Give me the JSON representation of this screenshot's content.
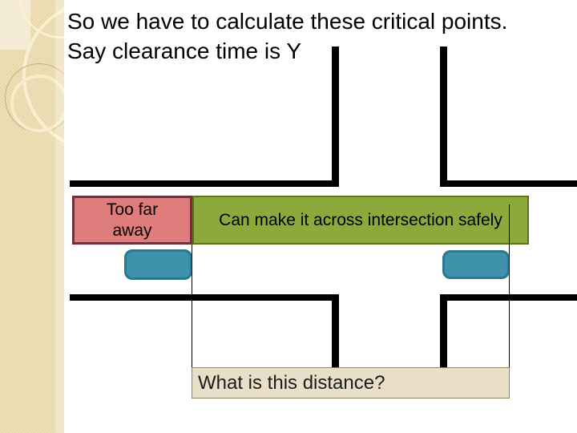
{
  "title": {
    "line1": "So we have to calculate these critical points.",
    "line2": "Say clearance time is Y"
  },
  "labels": {
    "too_far_line1": "Too far",
    "too_far_line2": "away",
    "safe": "Can make it across intersection safely",
    "distance_question": "What is this distance?"
  },
  "colors": {
    "sidebar": "#e9d8aa",
    "road": "#000000",
    "too_far_fill": "#df7c7c",
    "too_far_border": "#712f3a",
    "safe_fill": "#8ca93c",
    "safe_border": "#5c7026",
    "car_fill": "#3e92ac",
    "car_border": "#297a90",
    "distance_fill": "#e9dfc9",
    "distance_border": "#8f8266"
  }
}
